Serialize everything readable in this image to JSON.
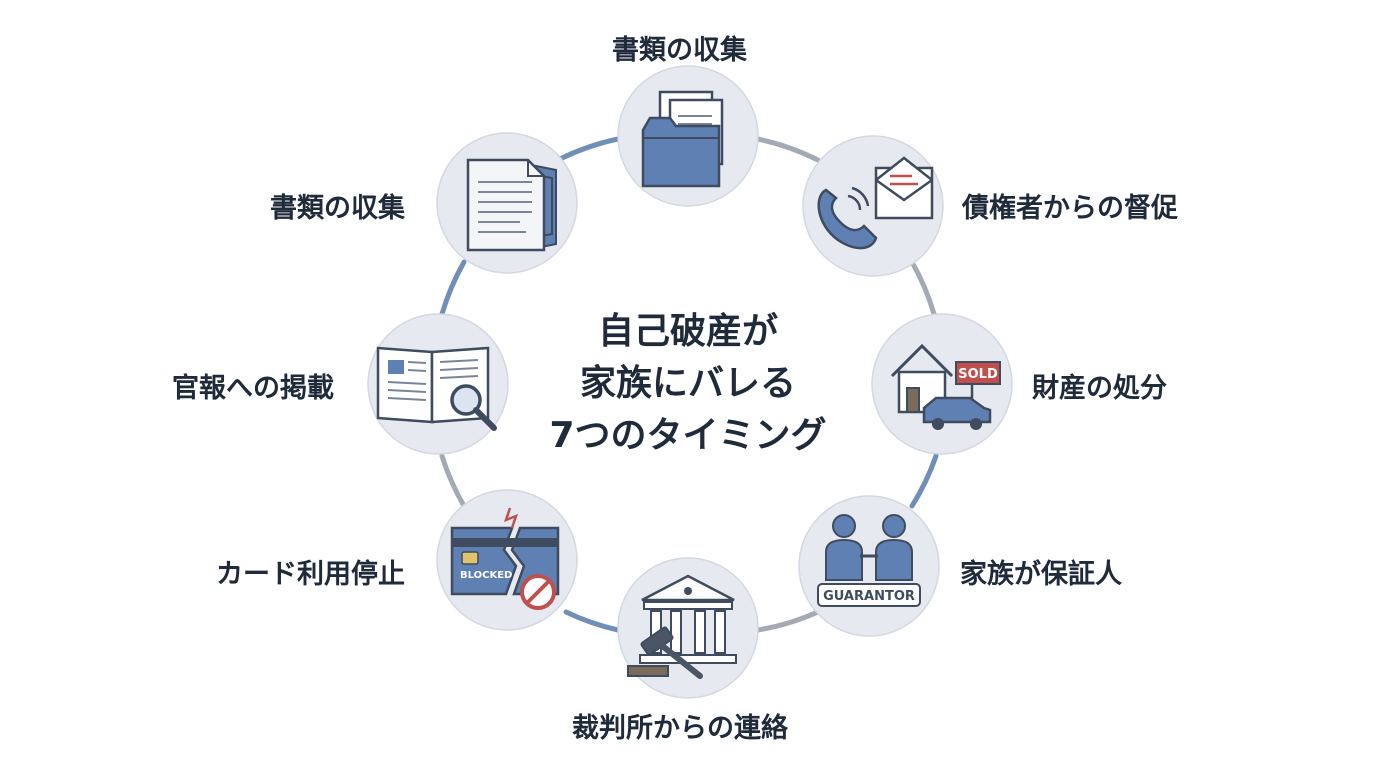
{
  "title_lines": [
    "自己破産が",
    "家族にバレる",
    "7つのタイミング"
  ],
  "items": [
    {
      "label": "書類の収集",
      "icon": "folder-icon"
    },
    {
      "label": "債権者からの督促",
      "icon": "phone-mail-icon"
    },
    {
      "label": "財産の処分",
      "icon": "house-car-sold-icon"
    },
    {
      "label": "家族が保証人",
      "icon": "guarantor-people-icon"
    },
    {
      "label": "裁判所からの連絡",
      "icon": "courthouse-gavel-icon"
    },
    {
      "label": "カード利用停止",
      "icon": "blocked-card-icon"
    },
    {
      "label": "官報への掲載",
      "icon": "gazette-magnifier-icon"
    },
    {
      "label": "書類の収集",
      "icon": "documents-icon"
    }
  ],
  "icon_text": {
    "sold": "SOLD",
    "guarantor": "GUARANTOR",
    "blocked": "BLOCKED"
  },
  "colors": {
    "ring_blue": "#6f8fb8",
    "ring_gray": "#a3aab5",
    "circle_fill": "#e6e9ef",
    "icon_blue": "#5e80b3",
    "accent_red": "#c0504d",
    "text": "#1f2a3a"
  }
}
